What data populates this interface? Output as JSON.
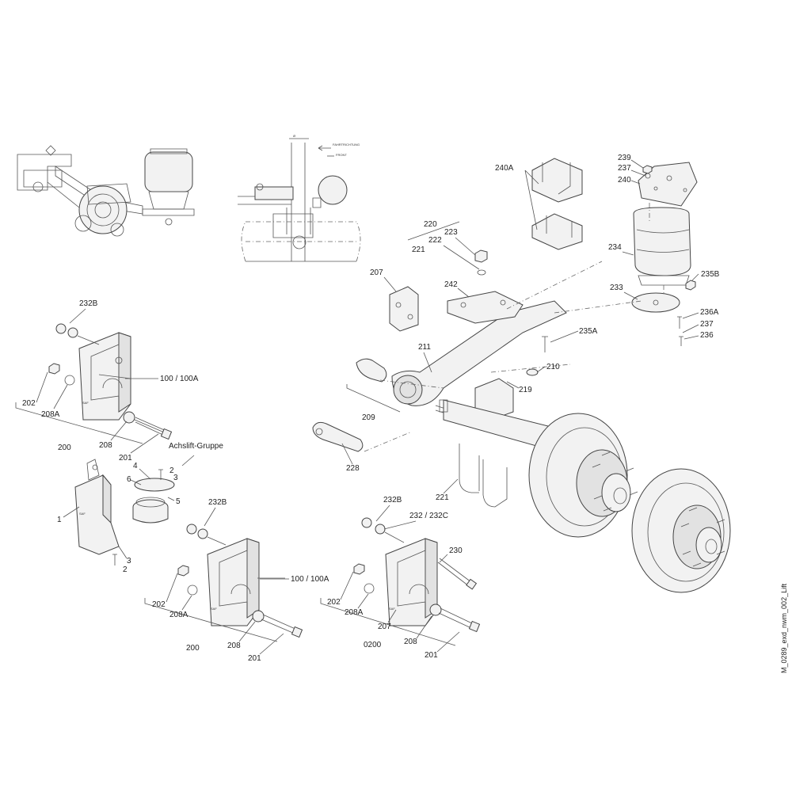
{
  "drawing_id": "M_0289_exd_nwm_002_Lift",
  "assembly_caption": "Achslift-Gruppe",
  "direction_label": "FAHRTRICHTUNG",
  "direction_label_en": "FRONT",
  "part_labels": {
    "p232B_a": "232B",
    "p100_a": "100 / 100A",
    "p202_a": "202",
    "p208A_a": "208A",
    "p208_a": "208",
    "p200_a": "200",
    "p201_a": "201",
    "p4": "4",
    "p2_a": "2",
    "p3_a": "3",
    "p6": "6",
    "p5": "5",
    "p1": "1",
    "p3_b": "3",
    "p2_b": "2",
    "p232B_b": "232B",
    "p100_b": "100 / 100A",
    "p202_b": "202",
    "p208A_b": "208A",
    "p208_b": "208",
    "p200_b": "200",
    "p201_b": "201",
    "p232B_c": "232B",
    "p232_232C": "232 / 232C",
    "p230": "230",
    "p202_c": "202",
    "p208A_c": "208A",
    "p207_b": "207",
    "p208_c": "208",
    "p0200": "0200",
    "p201_c": "201",
    "p220": "220",
    "p222": "222",
    "p221_a": "221",
    "p223": "223",
    "p207_a": "207",
    "p242": "242",
    "p240A": "240A",
    "p239": "239",
    "p237_a": "237",
    "p240": "240",
    "p234": "234",
    "p235B": "235B",
    "p233": "233",
    "p236A": "236A",
    "p237_b": "237",
    "p236": "236",
    "p235A": "235A",
    "p211": "211",
    "p210": "210",
    "p219": "219",
    "p209": "209",
    "p228": "228",
    "p221_b": "221"
  }
}
